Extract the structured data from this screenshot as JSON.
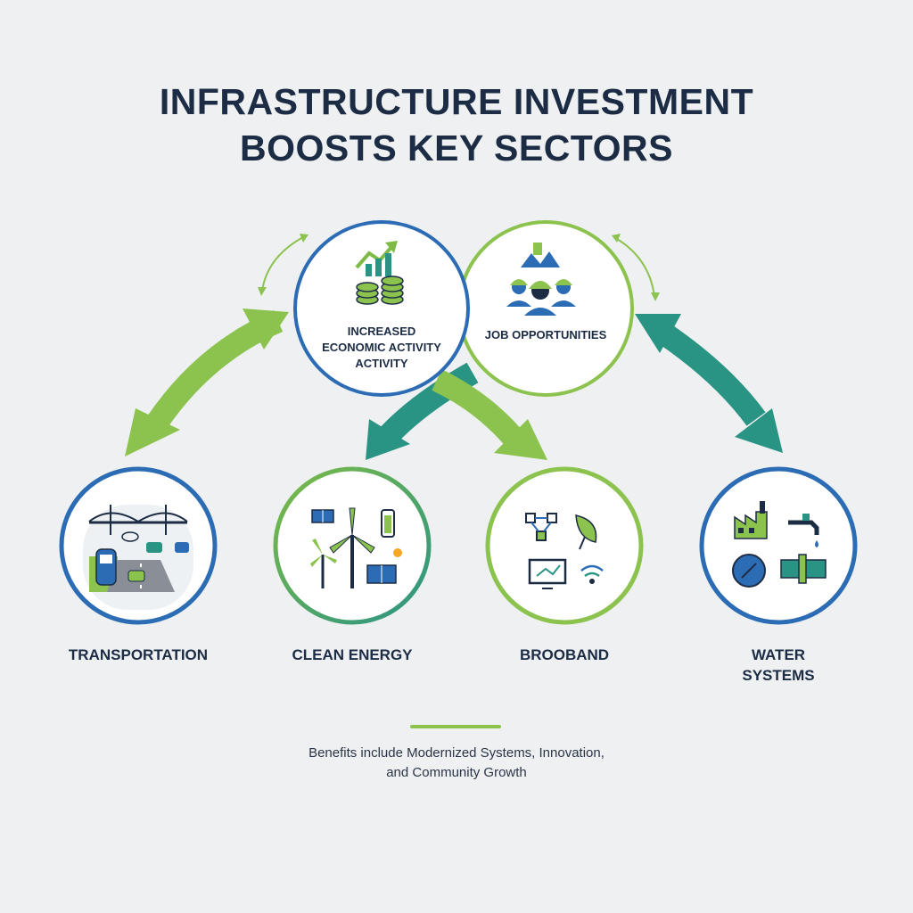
{
  "title": {
    "line1": "INFRASTRUCTURE INVESTMENT",
    "line2": "BOOSTS KEY SECTORS"
  },
  "hubs": {
    "economic": {
      "lines": [
        "INCREASED",
        "ECONOMIC ACTIVITY",
        "ACTIVITY"
      ],
      "icon": "growth-chart-coins-icon"
    },
    "jobs": {
      "label": "JOB OPPORTUNITIES",
      "icon": "workers-group-icon"
    }
  },
  "sectors": [
    {
      "label": "TRANSPORTATION",
      "icon": "bridge-train-road-icon"
    },
    {
      "label": "CLEAN ENERGY",
      "icon": "wind-solar-battery-icon"
    },
    {
      "label": "BROOBAND",
      "icon": "network-satellite-wifi-icon"
    },
    {
      "label_lines": [
        "WATER",
        "SYSTEMS"
      ],
      "icon": "factory-faucet-pipe-icon"
    }
  ],
  "footer": {
    "line1": "Benefits include Modernized Systems, Innovation,",
    "line2": "and Community Growth"
  },
  "colors": {
    "navy": "#1c2c45",
    "blue": "#2c6cb5",
    "green": "#8cc34f",
    "teal": "#2a9484",
    "background": "#eef0f1"
  }
}
